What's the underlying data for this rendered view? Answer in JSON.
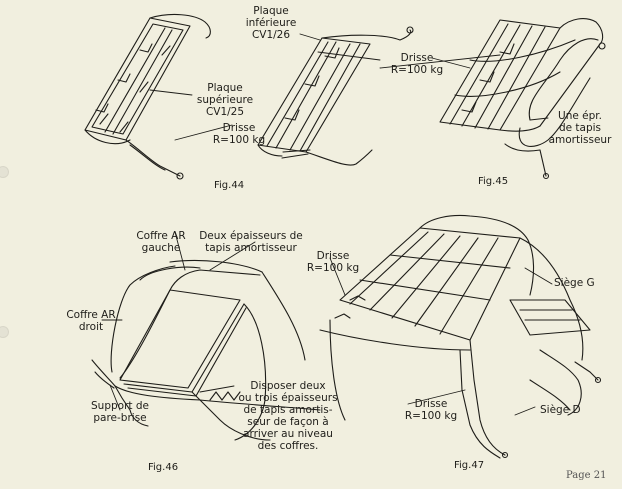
{
  "labels": {
    "plaque_inferieure": "Plaque\ninférieure\nCV1/26",
    "plaque_superieure": "Plaque\nsupérieure\nCV1/25",
    "drisse_44": "Drisse\nR=100 kg",
    "drisse_45": "Drisse\nR=100 kg",
    "une_epr": "Une épr.\nde tapis\namortisseur",
    "coffre_ar_gauche": "Coffre AR\ngauche",
    "deux_epaisseurs": "Deux épaisseurs de\ntapis amortisseur",
    "coffre_ar_droit": "Coffre AR\ndroit",
    "support_pare_brise": "Support de\npare-brise",
    "disposer": "Disposer deux\nou trois épaisseurs\nde tapis amortis-\nseur de façon à\narriver au niveau\ndes coffres.",
    "drisse_47_top": "Drisse\nR=100 kg",
    "siege_g": "Siège G",
    "drisse_47_bottom": "Drisse\nR=100 kg",
    "siege_d": "Siège D"
  },
  "figures": {
    "fig44": "Fig.44",
    "fig45": "Fig.45",
    "fig46": "Fig.46",
    "fig47": "Fig.47"
  },
  "page_number": "Page 21"
}
